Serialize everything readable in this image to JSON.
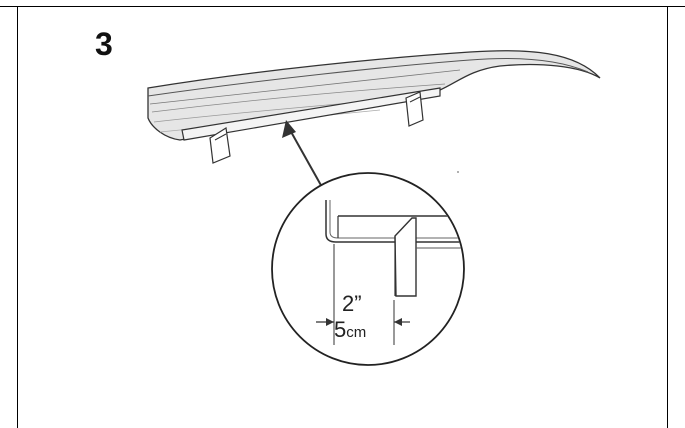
{
  "step": {
    "number": "3"
  },
  "dimension": {
    "inch": "2”",
    "cm_value": "5",
    "cm_unit": "cm"
  },
  "colors": {
    "line": "#333333",
    "shade": "#d9d9d9",
    "frame": "#000000"
  }
}
